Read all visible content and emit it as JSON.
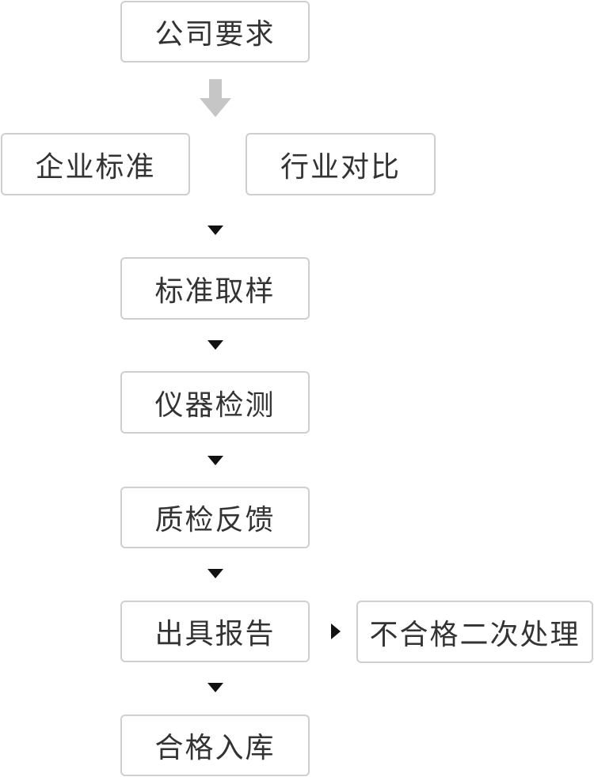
{
  "flow": {
    "company_requirement": "公司要求",
    "enterprise_standard": "企业标准",
    "industry_comparison": "行业对比",
    "standard_sampling": "标准取样",
    "instrument_testing": "仪器检测",
    "qc_feedback": "质检反馈",
    "issue_report": "出具报告",
    "unqualified_reprocess": "不合格二次处理",
    "qualified_storage": "合格入库"
  },
  "colors": {
    "box_border": "#cfcfcf",
    "text": "#333333",
    "arrow": "#111111",
    "big_arrow": "#c6c6c6"
  },
  "icons": {
    "big_arrow": "thick-down-arrow-icon",
    "small_arrow_down": "triangle-down-icon",
    "small_arrow_right": "triangle-right-icon"
  }
}
